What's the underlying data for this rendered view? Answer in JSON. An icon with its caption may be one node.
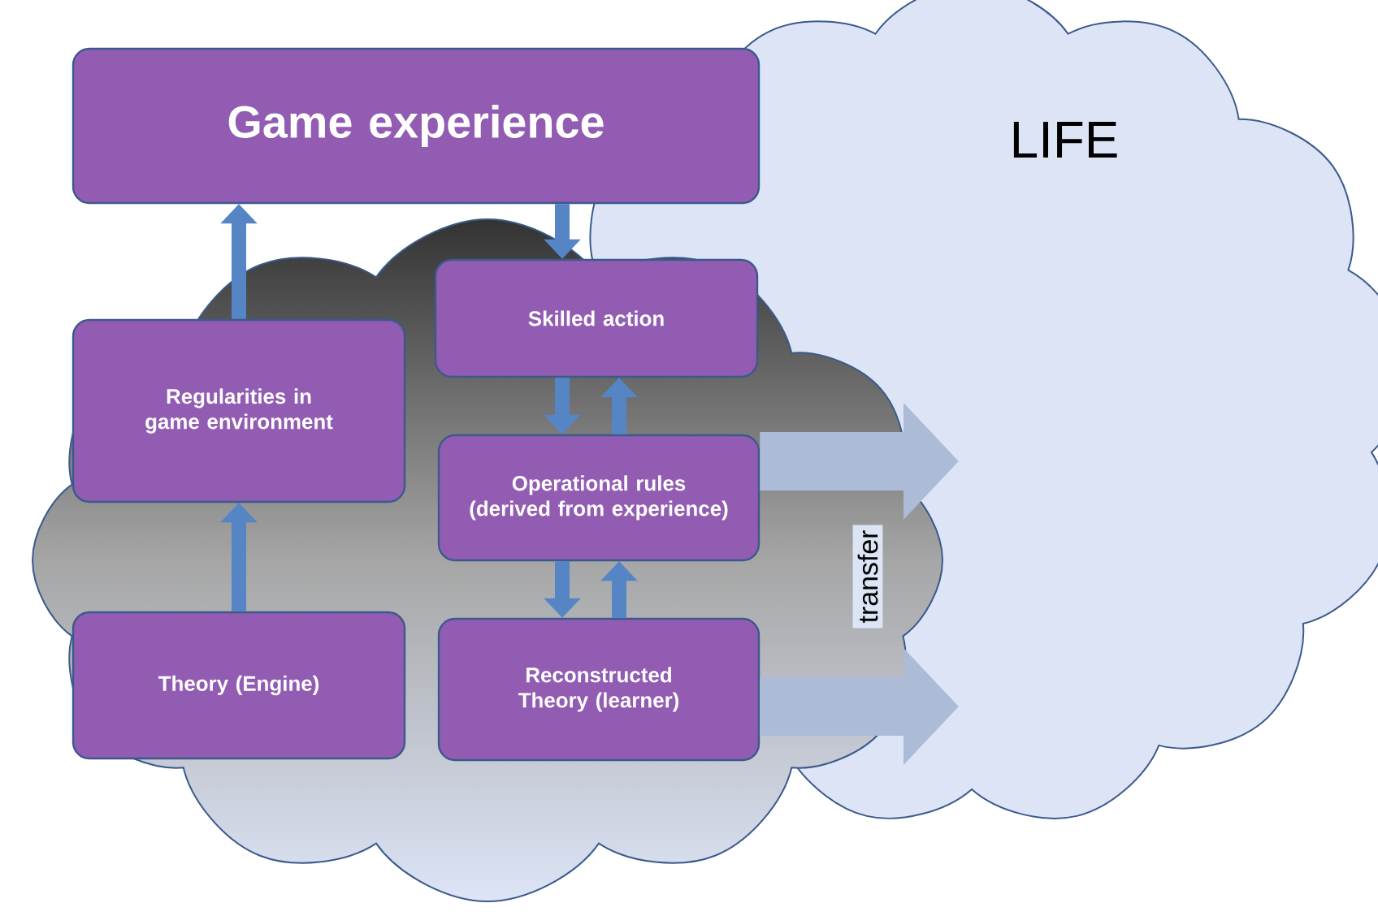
{
  "diagram": {
    "nodes": [
      {
        "text": [
          "Game  experience"
        ]
      },
      {
        "text": [
          "Skilled action"
        ]
      },
      {
        "text": [
          "Regularities in game environment"
        ]
      },
      {
        "text": [
          "Operational rules (derived from experience)"
        ]
      },
      {
        "text": [
          "Theory (Engine)"
        ]
      },
      {
        "text": [
          "Reconstructed Theory (learner)"
        ]
      }
    ],
    "edges": [
      {
        "from": 4,
        "to": 2,
        "arrow": "to"
      },
      {
        "from": 2,
        "to": 0,
        "arrow": "to"
      },
      {
        "from": 0,
        "to": 1,
        "arrow": "to"
      },
      {
        "from": 1,
        "to": 3,
        "arrow": "to"
      },
      {
        "from": 3,
        "to": 1,
        "arrow": "to"
      },
      {
        "from": 3,
        "to": 5,
        "arrow": "to"
      },
      {
        "from": 5,
        "to": 3,
        "arrow": "to"
      },
      {
        "from": 3,
        "to": null,
        "arrow": "to",
        "style": "thick"
      },
      {
        "from": 5,
        "to": null,
        "arrow": "to",
        "style": "thick"
      }
    ],
    "labels": [
      "LIFE",
      "transfer"
    ]
  }
}
